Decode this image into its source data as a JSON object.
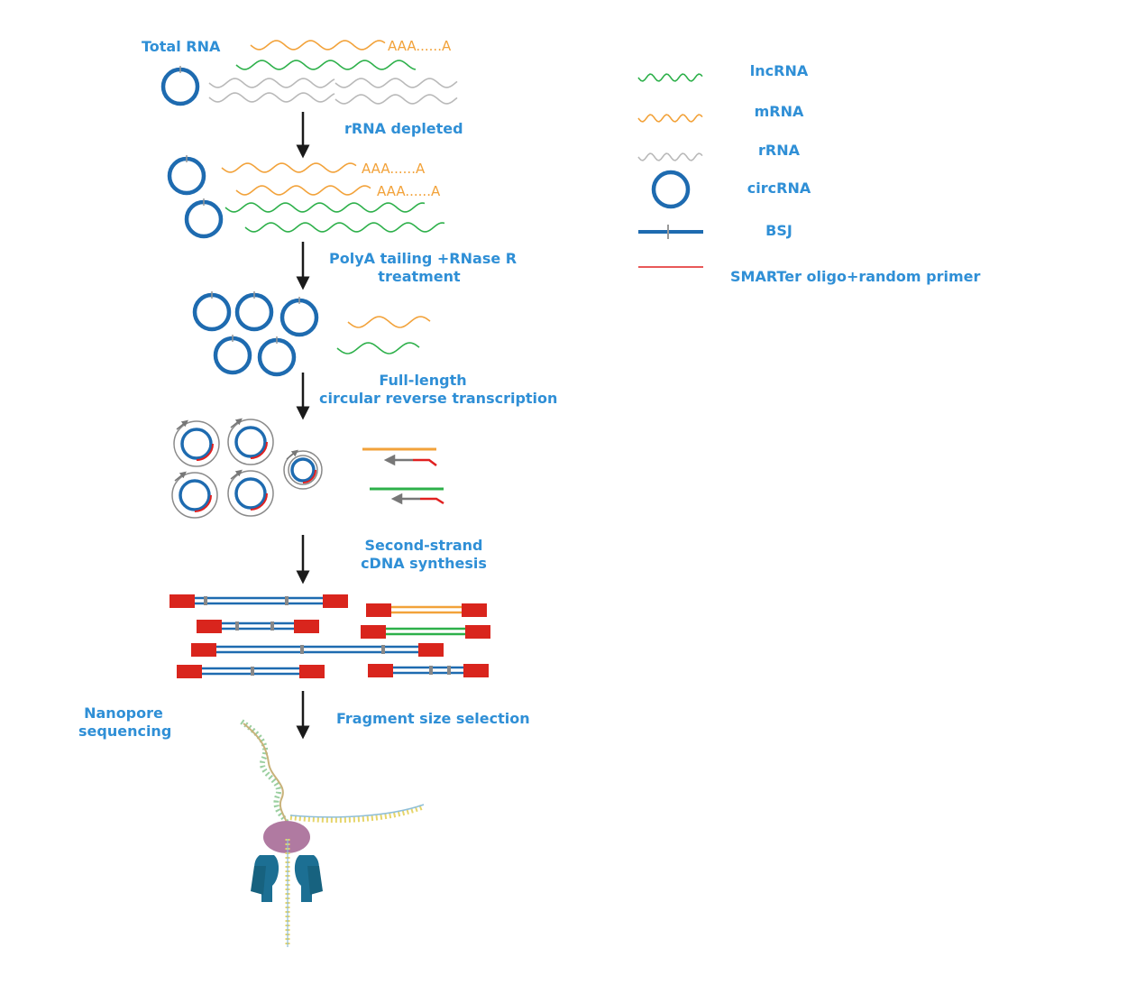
{
  "labels": {
    "total_rna": "Total RNA",
    "poly_a": "AAA......A",
    "rrna_depleted": "rRNA depleted",
    "polya_tailing_1": "PolyA tailing +RNase R",
    "polya_tailing_2": "treatment",
    "full_length_1": "Full-length",
    "full_length_2": "circular reverse transcription",
    "second_strand_1": "Second-strand",
    "second_strand_2": "cDNA synthesis",
    "fragment_size": "Fragment size selection",
    "nanopore_1": "Nanopore",
    "nanopore_2": "sequencing"
  },
  "legend": [
    {
      "label": "lncRNA",
      "symbol": "wave-green-icon"
    },
    {
      "label": "mRNA",
      "symbol": "wave-orange-icon"
    },
    {
      "label": "rRNA",
      "symbol": "wave-gray-icon"
    },
    {
      "label": "circRNA",
      "symbol": "circle-blue-icon"
    },
    {
      "label": "BSJ",
      "symbol": "bsj-line-icon"
    },
    {
      "label": "SMARTer oligo+random primer",
      "symbol": "red-line-icon"
    }
  ],
  "colors": {
    "label_blue": "#2f8fd6",
    "circ_blue": "#1e6bb0",
    "mrna_orange": "#f2a23a",
    "lncrna_green": "#2db04a",
    "rrna_gray": "#b9b9b9",
    "primer_red": "#e02020",
    "adapter_red": "#d9251d",
    "arrow": "#1a1a1a",
    "pore_teal": "#1c6f93",
    "motor_mauve": "#b07aa1"
  }
}
